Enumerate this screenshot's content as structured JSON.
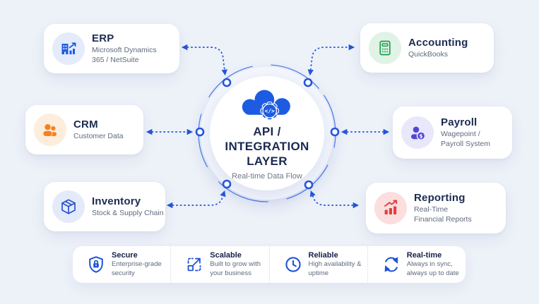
{
  "center": {
    "title_line1": "API /",
    "title_line2": "INTEGRATION",
    "title_line3": "LAYER",
    "subtitle": "Real-time Data Flow",
    "icon": "cloud-gear-code-icon",
    "code_glyph": "</>"
  },
  "systems": {
    "erp": {
      "title": "ERP",
      "subtitle": "Microsoft Dynamics 365 / NetSuite",
      "icon": "building-chart-icon"
    },
    "crm": {
      "title": "CRM",
      "subtitle": "Customer Data",
      "icon": "people-icon"
    },
    "inventory": {
      "title": "Inventory",
      "subtitle": "Stock & Supply Chain",
      "icon": "box-icon"
    },
    "accounting": {
      "title": "Accounting",
      "subtitle": "QuickBooks",
      "icon": "calculator-icon"
    },
    "payroll": {
      "title": "Payroll",
      "subtitle": "Wagepoint / Payroll System",
      "icon": "person-dollar-icon",
      "badge": "$"
    },
    "reporting": {
      "title": "Reporting",
      "subtitle": "Real-Time Financial Reports",
      "icon": "bar-chart-arrow-icon"
    }
  },
  "features": [
    {
      "title": "Secure",
      "subtitle": "Enterprise-grade security",
      "icon": "shield-lock-icon"
    },
    {
      "title": "Scalable",
      "subtitle": "Built to grow with your business",
      "icon": "expand-arrow-icon"
    },
    {
      "title": "Reliable",
      "subtitle": "High availability & uptime",
      "icon": "clock-icon"
    },
    {
      "title": "Real-time",
      "subtitle": "Always in sync, always up to date",
      "icon": "sync-arrows-icon"
    }
  ],
  "colors": {
    "background": "#edf1f8",
    "card_bg": "#ffffff",
    "accent_blue": "#1d56dd",
    "navy_text": "#1c2b52",
    "muted_text": "#5f6a7d",
    "erp_blue": "#1d5ce2",
    "crm_orange": "#f5821f",
    "inventory_blue": "#2a52cc",
    "accounting_green": "#1aa14c",
    "payroll_indigo": "#5046d5",
    "reporting_red": "#e04040"
  }
}
